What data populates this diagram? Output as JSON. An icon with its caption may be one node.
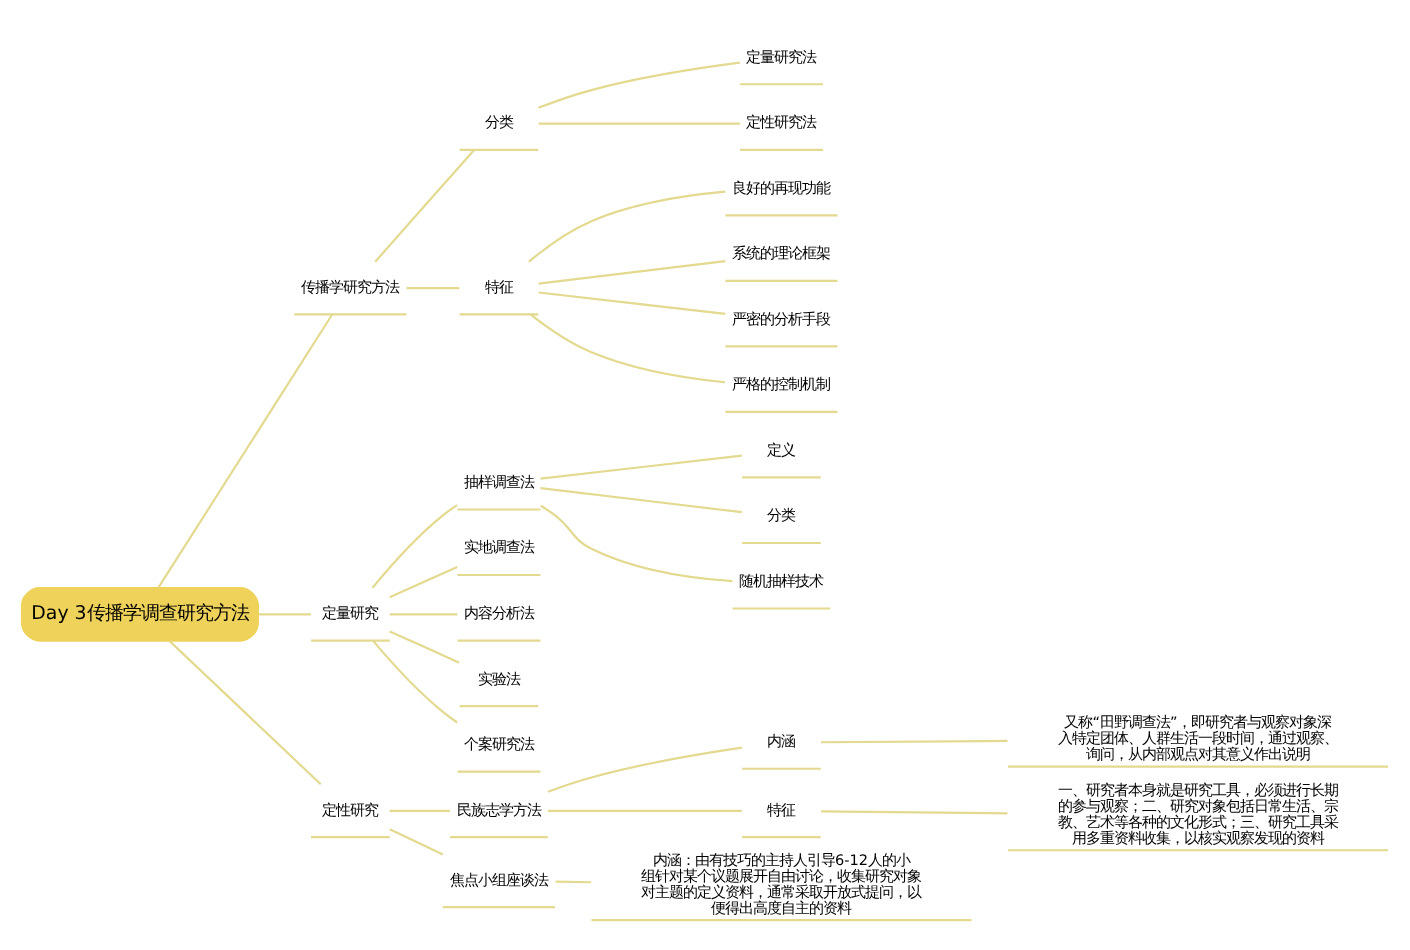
{
  "diagram": {
    "nodes": [
      {
        "text": [
          "Day 3传播学调查研究方法"
        ]
      },
      {
        "text": [
          "传播学研究方法"
        ]
      },
      {
        "text": [
          "分类"
        ]
      },
      {
        "text": [
          "定量研究法"
        ]
      },
      {
        "text": [
          "定性研究法"
        ]
      },
      {
        "text": [
          "特征"
        ]
      },
      {
        "text": [
          "良好的再现功能"
        ]
      },
      {
        "text": [
          "系统的理论框架"
        ]
      },
      {
        "text": [
          "严密的分析手段"
        ]
      },
      {
        "text": [
          "严格的控制机制"
        ]
      },
      {
        "text": [
          "定量研究"
        ]
      },
      {
        "text": [
          "抽样调查法"
        ]
      },
      {
        "text": [
          "定义"
        ]
      },
      {
        "text": [
          "分类"
        ]
      },
      {
        "text": [
          "随机抽样技术"
        ]
      },
      {
        "text": [
          "实地调查法"
        ]
      },
      {
        "text": [
          "内容分析法"
        ]
      },
      {
        "text": [
          "实验法"
        ]
      },
      {
        "text": [
          "个案研究法"
        ]
      },
      {
        "text": [
          "定性研究"
        ]
      },
      {
        "text": [
          "民族志学方法"
        ]
      },
      {
        "text": [
          "内涵"
        ]
      },
      {
        "text": [
          "又称“田野调查法”，即研究者与观察对象深入特定团体、人群生活一段时间，通过观察、询问，从内部观点对其意义作出说明"
        ]
      },
      {
        "text": [
          "特征"
        ]
      },
      {
        "text": [
          "一、研究者本身就是研究工具，必须进行长期的参与观察；二、研究对象包括日常生活、宗教、艺术等各种的文化形式；三、研究工具采用多重资料收集，以核实观察发现的资料"
        ]
      },
      {
        "text": [
          "焦点小组座谈法"
        ]
      },
      {
        "text": [
          "内涵：由有技巧的主持人引导6-12人的小组针对某个议题展开自由讨论，收集研究对象对主题的定义资料，通常采取开放式提问，以便得出高度自主的资料"
        ]
      }
    ],
    "edges": [
      {
        "from": 0,
        "to": 1,
        "arrow": "none"
      },
      {
        "from": 1,
        "to": 2,
        "arrow": "none"
      },
      {
        "from": 2,
        "to": 3,
        "arrow": "none"
      },
      {
        "from": 2,
        "to": 4,
        "arrow": "none"
      },
      {
        "from": 1,
        "to": 5,
        "arrow": "none"
      },
      {
        "from": 5,
        "to": 6,
        "arrow": "none"
      },
      {
        "from": 5,
        "to": 7,
        "arrow": "none"
      },
      {
        "from": 5,
        "to": 8,
        "arrow": "none"
      },
      {
        "from": 5,
        "to": 9,
        "arrow": "none"
      },
      {
        "from": 0,
        "to": 10,
        "arrow": "none"
      },
      {
        "from": 10,
        "to": 11,
        "arrow": "none"
      },
      {
        "from": 11,
        "to": 12,
        "arrow": "none"
      },
      {
        "from": 11,
        "to": 13,
        "arrow": "none"
      },
      {
        "from": 11,
        "to": 14,
        "arrow": "none"
      },
      {
        "from": 10,
        "to": 15,
        "arrow": "none"
      },
      {
        "from": 10,
        "to": 16,
        "arrow": "none"
      },
      {
        "from": 10,
        "to": 17,
        "arrow": "none"
      },
      {
        "from": 10,
        "to": 18,
        "arrow": "none"
      },
      {
        "from": 0,
        "to": 19,
        "arrow": "none"
      },
      {
        "from": 19,
        "to": 20,
        "arrow": "none"
      },
      {
        "from": 20,
        "to": 21,
        "arrow": "none"
      },
      {
        "from": 21,
        "to": 22,
        "arrow": "none"
      },
      {
        "from": 20,
        "to": 23,
        "arrow": "none"
      },
      {
        "from": 23,
        "to": 24,
        "arrow": "none"
      },
      {
        "from": 19,
        "to": 25,
        "arrow": "none"
      },
      {
        "from": 25,
        "to": 26,
        "arrow": "none"
      }
    ]
  }
}
